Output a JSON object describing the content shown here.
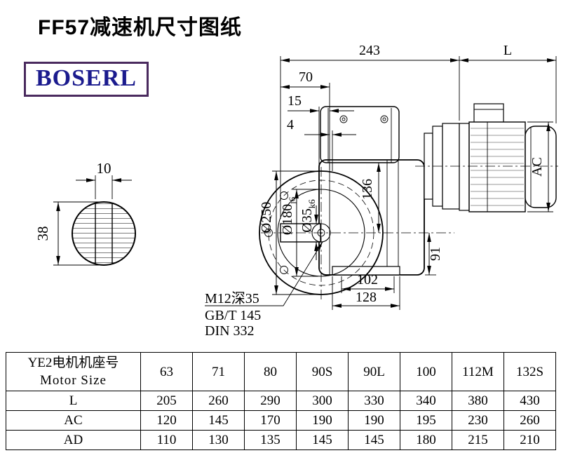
{
  "page": {
    "title": "FF57减速机尺寸图纸"
  },
  "logo": {
    "text": "BOSERL"
  },
  "colors": {
    "logo_text": "#1b1b8e",
    "logo_border": "#4a2a5e",
    "line": "#000000"
  },
  "drawing": {
    "dims": {
      "key_width": "10",
      "shaft_height": "38",
      "len_243": "243",
      "len_L": "L",
      "len_70": "70",
      "t_15": "15",
      "t_4": "4",
      "ac": "AC",
      "h_136": "136",
      "h_91": "91",
      "w_102": "102",
      "w_128": "128",
      "flange_dia": "Ø250",
      "spigot_dia": "Ø180",
      "spigot_tol": "j6",
      "shaft_dia": "Ø35",
      "shaft_tol": "k6",
      "tap_note": "M12深35",
      "std_gb": "GB/T 145",
      "std_din": "DIN 332"
    }
  },
  "table": {
    "header": {
      "label_cn": "YE2电机机座号",
      "label_en": "Motor Size",
      "sizes": [
        "63",
        "71",
        "80",
        "90S",
        "90L",
        "100",
        "112M",
        "132S"
      ]
    },
    "rows": [
      {
        "label": "L",
        "values": [
          "205",
          "260",
          "290",
          "300",
          "330",
          "340",
          "380",
          "430"
        ]
      },
      {
        "label": "AC",
        "values": [
          "120",
          "145",
          "170",
          "190",
          "190",
          "195",
          "230",
          "260"
        ]
      },
      {
        "label": "AD",
        "values": [
          "110",
          "130",
          "135",
          "145",
          "145",
          "180",
          "215",
          "210"
        ]
      }
    ]
  }
}
